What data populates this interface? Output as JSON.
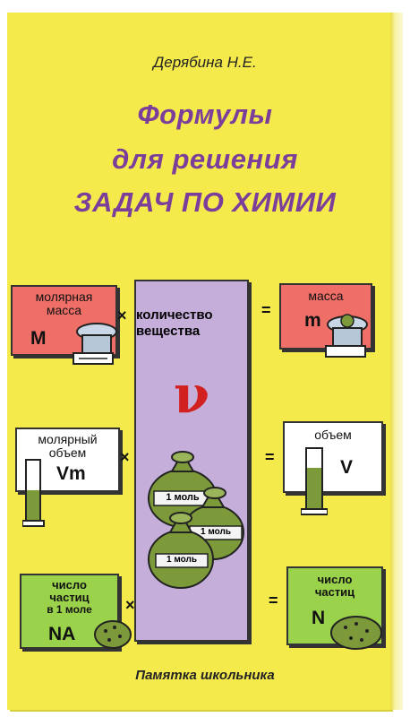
{
  "author": "Дерябина Н.Е.",
  "title": {
    "line1": "Формулы",
    "line2": "для решения",
    "line3": "ЗАДАЧ ПО ХИМИИ"
  },
  "row1": {
    "left_label_1": "молярная",
    "left_label_2": "масса",
    "left_symbol": "M",
    "right_label": "масса",
    "right_symbol": "m"
  },
  "center": {
    "label_1": "количество",
    "label_2": "вещества",
    "symbol": "ν",
    "bag_label": "1 моль"
  },
  "row2": {
    "left_label_1": "молярный",
    "left_label_2": "объем",
    "left_symbol": "Vm",
    "right_label": "объем",
    "right_symbol": "V"
  },
  "row3": {
    "left_label_1": "число",
    "left_label_2": "частиц",
    "left_label_3": "в 1 моле",
    "left_symbol": "NA",
    "right_label_1": "число",
    "right_label_2": "частиц",
    "right_symbol": "N"
  },
  "operators": {
    "multiply": "×",
    "equals": "="
  },
  "footer": "Памятка школьника",
  "colors": {
    "cover": "#f4ea4c",
    "title": "#7b3e9a",
    "center_box": "#c6aedb",
    "red_box": "#ef6f68",
    "green_box": "#9bd24b",
    "v_symbol": "#d21f1f"
  }
}
